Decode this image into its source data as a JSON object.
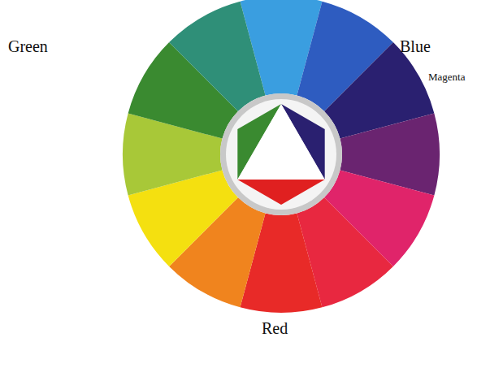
{
  "diagram": {
    "labels": [
      "Green",
      "Blue",
      "Magenta",
      "Red"
    ]
  }
}
